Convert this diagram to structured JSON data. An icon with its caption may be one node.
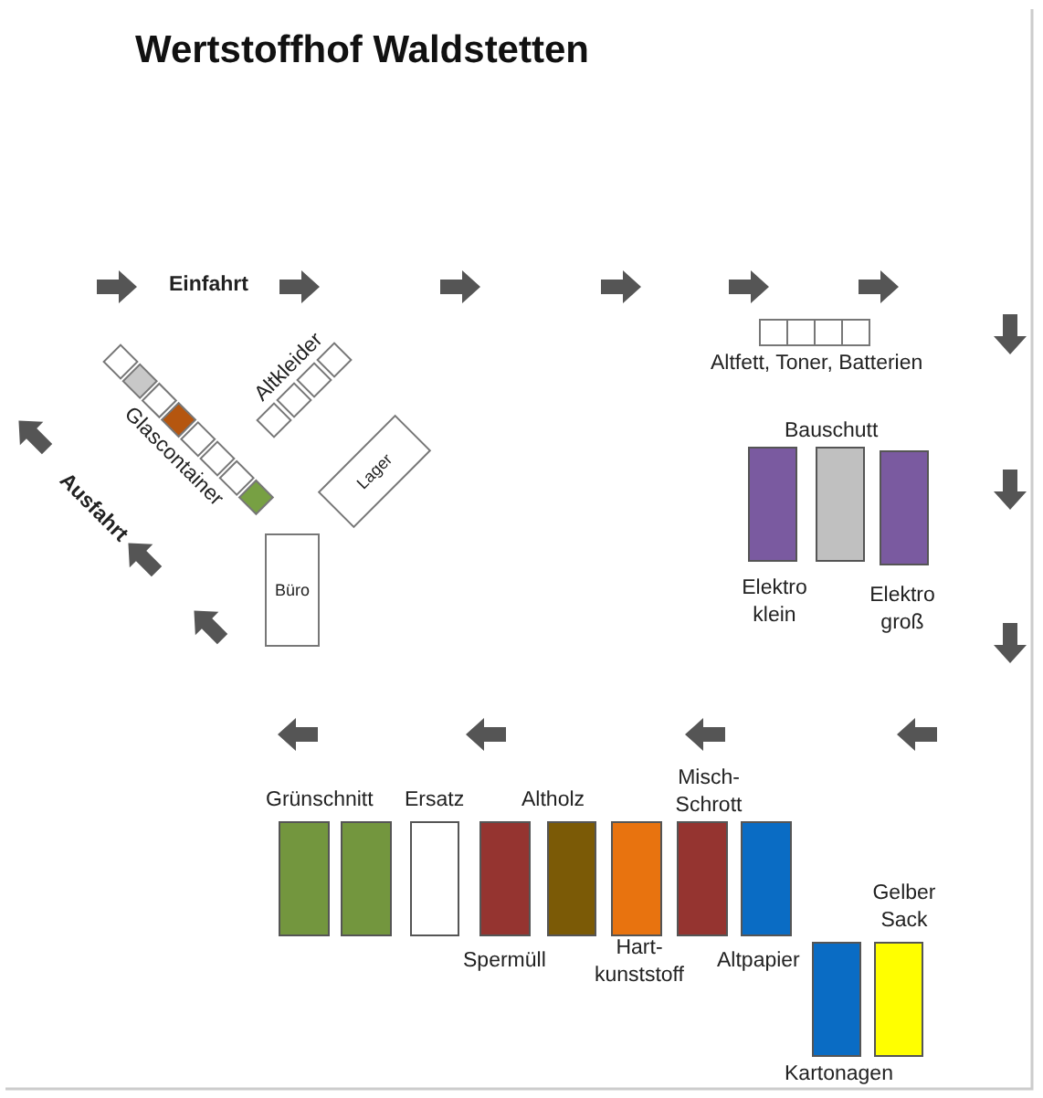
{
  "diagram": {
    "title": "Wertstoffhof Waldstetten",
    "nodes": [
      {
        "text": [
          "Lager"
        ]
      },
      {
        "text": [
          "Büro"
        ]
      }
    ],
    "edges": [],
    "labels": [
      "Einfahrt",
      "Altkleider",
      "Glascontainer",
      "Ausfahrt",
      "Altfett, Toner, Batterien",
      "Bauschutt",
      "Elektro klein",
      "Elektro groß",
      "Grünschnitt",
      "Ersatz",
      "Altholz",
      "Misch- Schrott",
      "Spermüll",
      "Hart- kunststoff",
      "Altpapier",
      "Gelber Sack",
      "Kartonagen"
    ]
  }
}
